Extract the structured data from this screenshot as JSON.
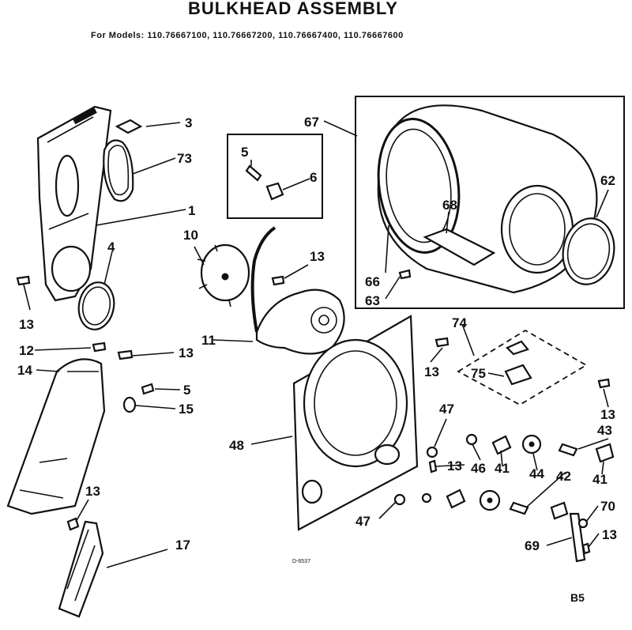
{
  "header": {
    "title": "BULKHEAD ASSEMBLY",
    "models": "For Models:  110.76667100, 110.76667200, 110.76667400, 110.76667600"
  },
  "callouts": {
    "c1": "1",
    "c3": "3",
    "c4": "4",
    "c5a": "5",
    "c5b": "5",
    "c6": "6",
    "c10": "10",
    "c11": "11",
    "c12": "12",
    "c13a": "13",
    "c13b": "13",
    "c13c": "13",
    "c13d": "13",
    "c13e": "13",
    "c13f": "13",
    "c13g": "13",
    "c13h": "13",
    "c14": "14",
    "c15": "15",
    "c17": "17",
    "c41a": "41",
    "c41b": "41",
    "c42": "42",
    "c43": "43",
    "c44": "44",
    "c46": "46",
    "c47a": "47",
    "c47b": "47",
    "c48": "48",
    "c62": "62",
    "c63": "63",
    "c66": "66",
    "c67": "67",
    "c68": "68",
    "c69": "69",
    "c70": "70",
    "c73": "73",
    "c74": "74",
    "c75": "75"
  },
  "footer": {
    "drawing_no": "D-6537",
    "page_code": "B5"
  }
}
